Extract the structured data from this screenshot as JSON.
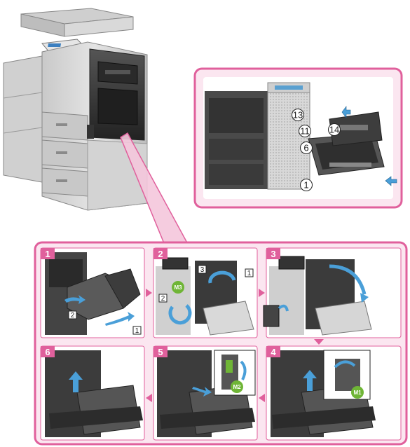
{
  "colors": {
    "accent": "#e0609c",
    "accent_light": "#f4c6dc",
    "frame_bg": "#fbe6f0",
    "machine_light": "#d6d6d6",
    "machine_dark": "#3a3a3a",
    "arrow_blue": "#4a9fd8"
  },
  "callout_labels": [
    "13",
    "11",
    "6",
    "14",
    "1"
  ],
  "steps": [
    {
      "number": "1",
      "labels": [
        "2",
        "1"
      ]
    },
    {
      "number": "2",
      "labels": [
        "3",
        "1",
        "2"
      ],
      "m_tags": [
        "M3"
      ]
    },
    {
      "number": "3",
      "labels": []
    },
    {
      "number": "4",
      "labels": [],
      "m_tags": [
        "M1"
      ]
    },
    {
      "number": "5",
      "labels": [],
      "m_tags": [
        "M2"
      ]
    },
    {
      "number": "6",
      "labels": []
    }
  ]
}
